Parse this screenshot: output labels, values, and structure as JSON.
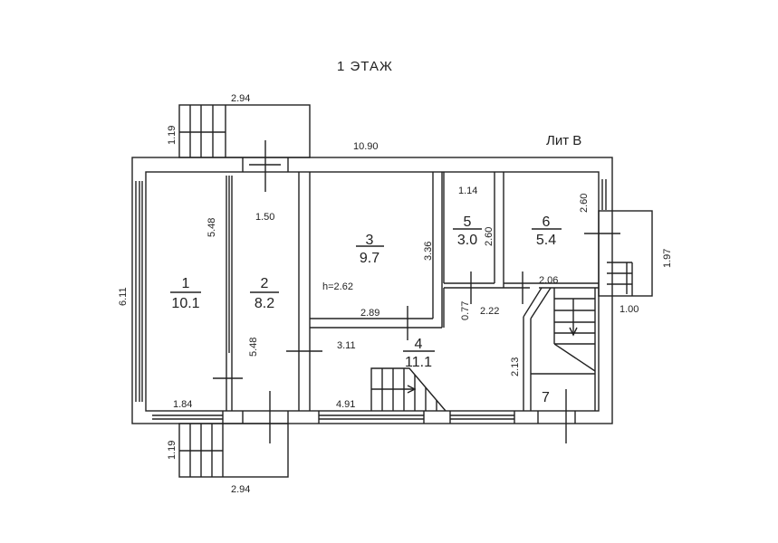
{
  "title": "1 ЭТАЖ",
  "liter": "Лит В",
  "rooms": [
    {
      "number": "1",
      "area": "10.1"
    },
    {
      "number": "2",
      "area": "8.2"
    },
    {
      "number": "3",
      "area": "9.7"
    },
    {
      "number": "4",
      "area": "11.1"
    },
    {
      "number": "5",
      "area": "3.0"
    },
    {
      "number": "6",
      "area": "5.4"
    },
    {
      "number": "7"
    }
  ],
  "ceiling_height": "h=2.62",
  "dimensions": {
    "top_porch_width": "2.94",
    "top_porch_depth": "1.19",
    "overall_length": "10.90",
    "overall_width": "6.11",
    "room1_length": "5.48",
    "room2_width": "1.50",
    "room2_length": "5.48",
    "room1_width": "1.84",
    "room3_depth": "3.36",
    "room3_width": "2.89",
    "room5_width": "1.14",
    "room5_depth": "2.60",
    "room6_depth": "2.60",
    "room6_width": "2.06",
    "right_porch_depth": "1.97",
    "right_porch_width": "1.00",
    "corridor_depth": "0.77",
    "corridor_width": "2.22",
    "room4_depth": "3.11",
    "room4_width": "4.91",
    "stair_hall_depth": "2.13",
    "bottom_porch_depth": "1.19",
    "bottom_porch_width": "2.94"
  }
}
